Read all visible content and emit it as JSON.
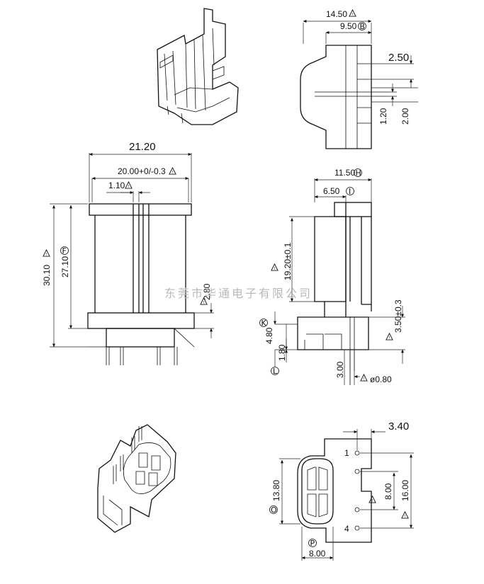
{
  "dimensions": {
    "top_width": "14.50",
    "top_inner": "9.50",
    "top_slot": "2.50",
    "top_pin": "1.20",
    "top_depth": "2.00",
    "front_width": "21.20",
    "front_inner": "20.00+0/-0.3",
    "front_gap": "1.10",
    "front_total_h": "30.10",
    "front_inner_h": "27.10",
    "front_flange": "2.80",
    "side_width": "11.50",
    "side_inner": "6.50",
    "side_height": "19.20±0.1",
    "side_pin": "3.50±0.3",
    "side_base": "4.80",
    "side_step": "1.80",
    "side_pin_len": "3.00",
    "side_pin_dia": "ø0.80",
    "bottom_pitch_x": "3.40",
    "bottom_pitch_y": "8.00",
    "bottom_pin_span": "16.00",
    "bottom_height": "13.80",
    "bottom_width": "8.00"
  },
  "markers": {
    "B": "B",
    "H": "H",
    "I": "I",
    "F": "F",
    "K": "K",
    "L": "L",
    "O": "O",
    "P": "P"
  },
  "pin_labels": {
    "p1": "1",
    "p4": "4"
  },
  "watermark": "东莞市华通电子有限公司"
}
